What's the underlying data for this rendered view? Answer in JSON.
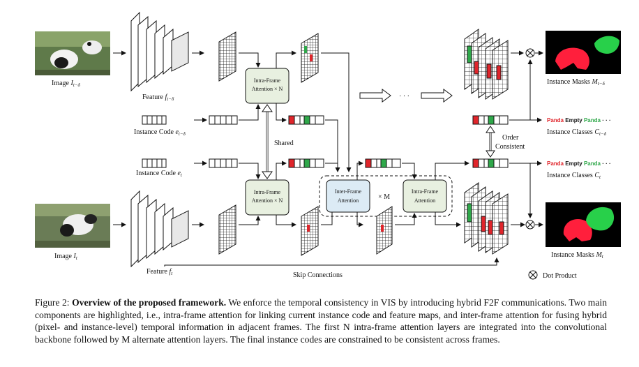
{
  "labels": {
    "image_top": "Image",
    "image_top_var": "I",
    "image_top_sub": "t−δ",
    "feature_top": "Feature",
    "feature_top_var": "f",
    "feature_top_sub": "t−δ",
    "code_top": "Instance Code",
    "code_top_var": "e",
    "code_top_sub": "t−δ",
    "code_bottom": "Instance Code",
    "code_bottom_var": "e",
    "code_bottom_sub": "t",
    "image_bottom": "Image",
    "image_bottom_var": "I",
    "image_bottom_sub": "t",
    "feature_bottom": "Feature",
    "feature_bottom_var": "f",
    "feature_bottom_sub": "t",
    "intra_top_1": "Intra-Frame",
    "intra_top_2": "Attention × N",
    "intra_bot_1": "Intra-Frame",
    "intra_bot_2": "Attention × N",
    "inter_1": "Inter-Frame",
    "inter_2": "Attention",
    "intra_right_1": "Intra-Frame",
    "intra_right_2": "Attention",
    "times_m": "× M",
    "shared": "Shared",
    "dots": "· · ·",
    "order_1": "Order",
    "order_2": "Consistent",
    "masks_top": "Instance Masks",
    "masks_top_var": "M",
    "masks_top_sub": "t−δ",
    "masks_bottom": "Instance Masks",
    "masks_bottom_var": "M",
    "masks_bottom_sub": "t",
    "classes_top": "Instance Classes",
    "classes_top_var": "C",
    "classes_top_sub": "t−δ",
    "classes_bottom": "Instance Classes",
    "classes_bottom_var": "C",
    "classes_bottom_sub": "t",
    "cls_panda": "Panda",
    "cls_empty": "Empty",
    "cls_panda2": "Panda",
    "cls_ellipsis": "· · ·",
    "skip": "Skip Connections",
    "dot_product": "Dot Product"
  },
  "caption": {
    "prefix": "Figure 2: ",
    "bold": "Overview of the proposed framework.",
    "text": " We enforce the temporal consistency in VIS by introducing hybrid F2F communications. Two main components are highlighted, i.e., intra-frame attention for linking current instance code and feature maps, and inter-frame attention for fusing hybrid (pixel- and instance-level) temporal information in adjacent frames. The first N intra-frame attention layers are integrated into the convolutional backbone followed by M alternate attention layers. The final instance codes are constrained to be consistent across frames."
  },
  "colors": {
    "red": "#e0252b",
    "green": "#2fa84a",
    "intra_fill": "#e8f0e0",
    "inter_fill": "#dcebf5",
    "mask_red": "#ff1f3c",
    "mask_green": "#28d04a"
  }
}
